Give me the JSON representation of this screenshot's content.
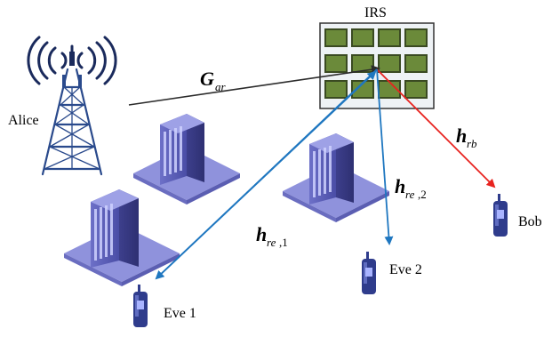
{
  "nodes": {
    "alice": "Alice",
    "irs": "IRS",
    "bob": "Bob",
    "eve1": "Eve 1",
    "eve2": "Eve 2"
  },
  "channels": {
    "g_ar": {
      "symbol": "G",
      "subscript": "ar"
    },
    "h_rb": {
      "symbol": "h",
      "subscript": "rb"
    },
    "h_re1": {
      "symbol": "h",
      "subscript": "re",
      "index": ",1"
    },
    "h_re2": {
      "symbol": "h",
      "subscript": "re",
      "index": ",2"
    }
  },
  "irs_grid": {
    "rows": 3,
    "cols": 4
  },
  "colors": {
    "alice_to_irs": "#2b2b2b",
    "irs_to_bob": "#e8231f",
    "irs_to_eve": "#1f77c0",
    "irs_element": "#6b8a3a",
    "irs_panel": "#eef2f5",
    "building": "#5a5db8",
    "ground": "#8f92dc",
    "tower": "#2a4a8c",
    "phone": "#2f3c8c"
  },
  "icons": {
    "tower": "cell-tower-icon",
    "building": "building-icon",
    "phone": "mobile-phone-icon"
  }
}
